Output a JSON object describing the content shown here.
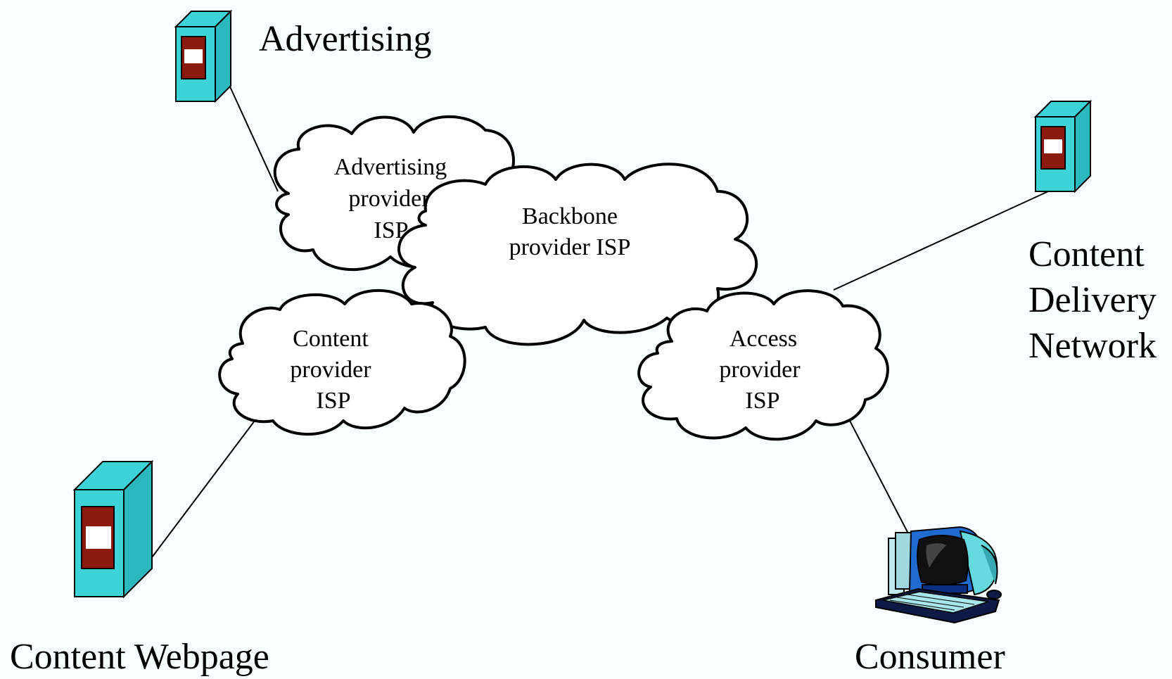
{
  "labels": {
    "advertising": "Advertising",
    "cdn_line1": "Content",
    "cdn_line2": "Delivery",
    "cdn_line3": "Network",
    "content_webpage": "Content Webpage",
    "consumer": "Consumer"
  },
  "clouds": {
    "advertising_isp": [
      "Advertising",
      "provider",
      "ISP"
    ],
    "backbone_isp": [
      "Backbone",
      "provider ISP"
    ],
    "content_isp": [
      "Content",
      "provider",
      "ISP"
    ],
    "access_isp": [
      "Access",
      "provider",
      "ISP"
    ]
  },
  "icons": {
    "server": "server-tower-icon",
    "computer": "desktop-computer-icon"
  },
  "colors": {
    "server_body": "#3dd3d8",
    "server_panel": "#8b1a0e",
    "background": "#f8fefe"
  }
}
